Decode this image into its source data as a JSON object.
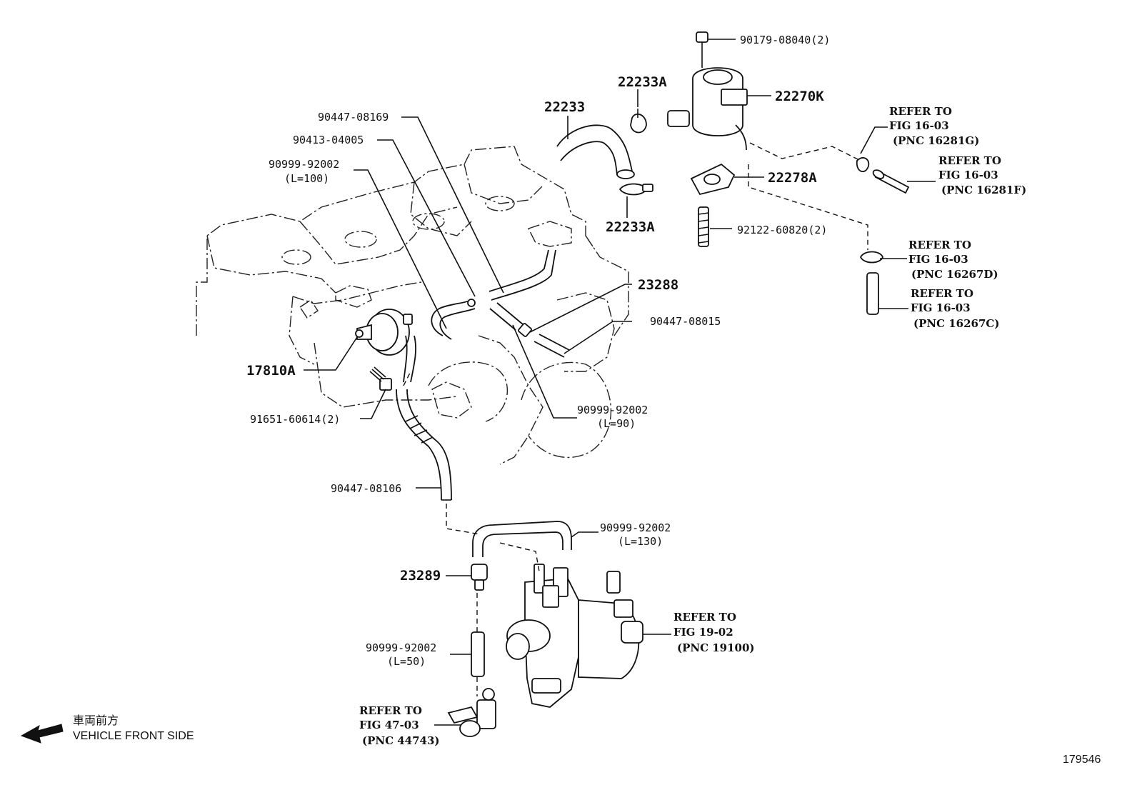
{
  "diagram": {
    "labels": {
      "p90179": "90179-08040(2)",
      "p22233a_top": "22233A",
      "p22270k": "22270K",
      "p22233": "22233",
      "p90447_08169": "90447-08169",
      "p90413_04005": "90413-04005",
      "p90999_92002_a": "90999-92002",
      "p90999_92002_a_len": "(L=100)",
      "p22278a": "22278A",
      "p22233a_bot": "22233A",
      "p92122": "92122-60820(2)",
      "p23288": "23288",
      "p90447_08015": "90447-08015",
      "p17810a": "17810A",
      "p91651": "91651-60614(2)",
      "p90999_92002_b": "90999-92002",
      "p90999_92002_b_len": "(L=90)",
      "p90447_08106": "90447-08106",
      "p90999_92002_c": "90999-92002",
      "p90999_92002_c_len": "(L=130)",
      "p23289": "23289",
      "p90999_92002_d": "90999-92002",
      "p90999_92002_d_len": "(L=50)"
    },
    "refs": {
      "r16281g": [
        "REFER TO",
        "FIG 16-03",
        "(PNC 16281G)"
      ],
      "r16281f": [
        "REFER TO",
        "FIG 16-03",
        "(PNC 16281F)"
      ],
      "r16267d": [
        "REFER TO",
        "FIG 16-03",
        "(PNC 16267D)"
      ],
      "r16267c": [
        "REFER TO",
        "FIG 16-03",
        "(PNC 16267C)"
      ],
      "r19100": [
        "REFER TO",
        "FIG 19-02",
        "(PNC 19100)"
      ],
      "r44743": [
        "REFER TO",
        "FIG 47-03",
        "(PNC 44743)"
      ]
    },
    "direction": {
      "jp": "車両前方",
      "en": "VEHICLE FRONT SIDE",
      "icon": "arrow-left-icon"
    },
    "figure_id": "179546"
  }
}
